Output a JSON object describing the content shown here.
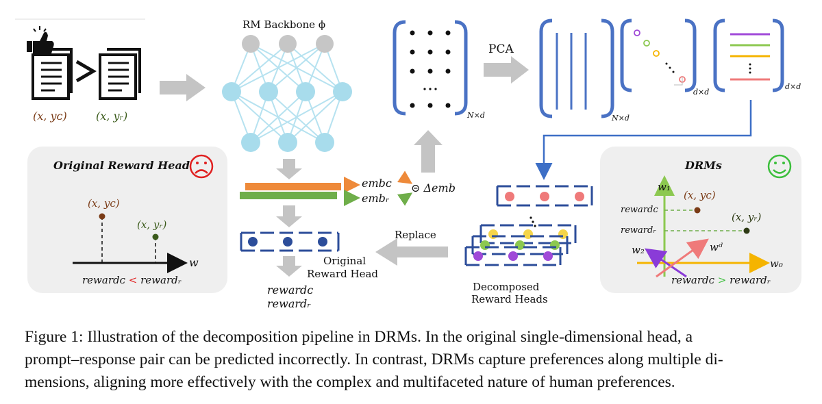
{
  "backbone_title": "RM Backbone ϕ",
  "pair_chosen": "(x, yᴄ)",
  "pair_rejected": "(x, yᵣ)",
  "emb_chosen": "embᴄ",
  "emb_rejected": "embᵣ",
  "delta_emb": "⊝ Δemb",
  "pca_label": "PCA",
  "dim_nxd_1": "N×d",
  "dim_nxd_2": "N×d",
  "dim_dxd_1": "d×d",
  "dim_dxd_2": "d×d",
  "replace_label": "Replace",
  "original_head_label_line1": "Original",
  "original_head_label_line2": "Reward Head",
  "decomposed_heads_line1": "Decomposed",
  "decomposed_heads_line2": "Reward Heads",
  "output_reward_c": "rewardᴄ",
  "output_reward_r": "rewardᵣ",
  "left_panel": {
    "title": "Original Reward Head",
    "point_c": "(x, yᴄ)",
    "point_r": "(x, yᵣ)",
    "axis_label": "w",
    "inequality_left": "rewardᴄ",
    "inequality_op": " < ",
    "inequality_right": "rewardᵣ"
  },
  "right_panel": {
    "title": "DRMs",
    "axis_w1": "w₁",
    "axis_w0": "w₀",
    "axis_w2": "w₂",
    "axis_wd": "wᵈ",
    "point_c": "(x, yᴄ)",
    "point_r": "(x, yᵣ)",
    "reward_c": "rewardᴄ",
    "reward_r": "rewardᵣ",
    "inequality_left": "rewardᴄ",
    "inequality_op": " > ",
    "inequality_right": "rewardᵣ"
  },
  "caption": {
    "line1": "Figure 1:  Illustration of the decomposition pipeline in DRMs.  In the original single-dimensional head, a",
    "line2": "prompt–response pair can be predicted incorrectly.  In contrast, DRMs capture preferences along multiple di-",
    "line3": "mensions, aligning more effectively with the complex and multifaceted nature of human preferences."
  },
  "colors": {
    "neuron": "#a8dcec",
    "neuron_top": "#c6c6c6",
    "edge": "#b6e2f0",
    "matrix_bracket": "#4a72c4",
    "arrow_gray": "#c4c4c4",
    "emb_orange": "#ee8a3a",
    "emb_green": "#6fae4a",
    "head_dot": "#2c4d9a",
    "sad_face": "#e02020",
    "happy_face": "#3cbf3c"
  }
}
